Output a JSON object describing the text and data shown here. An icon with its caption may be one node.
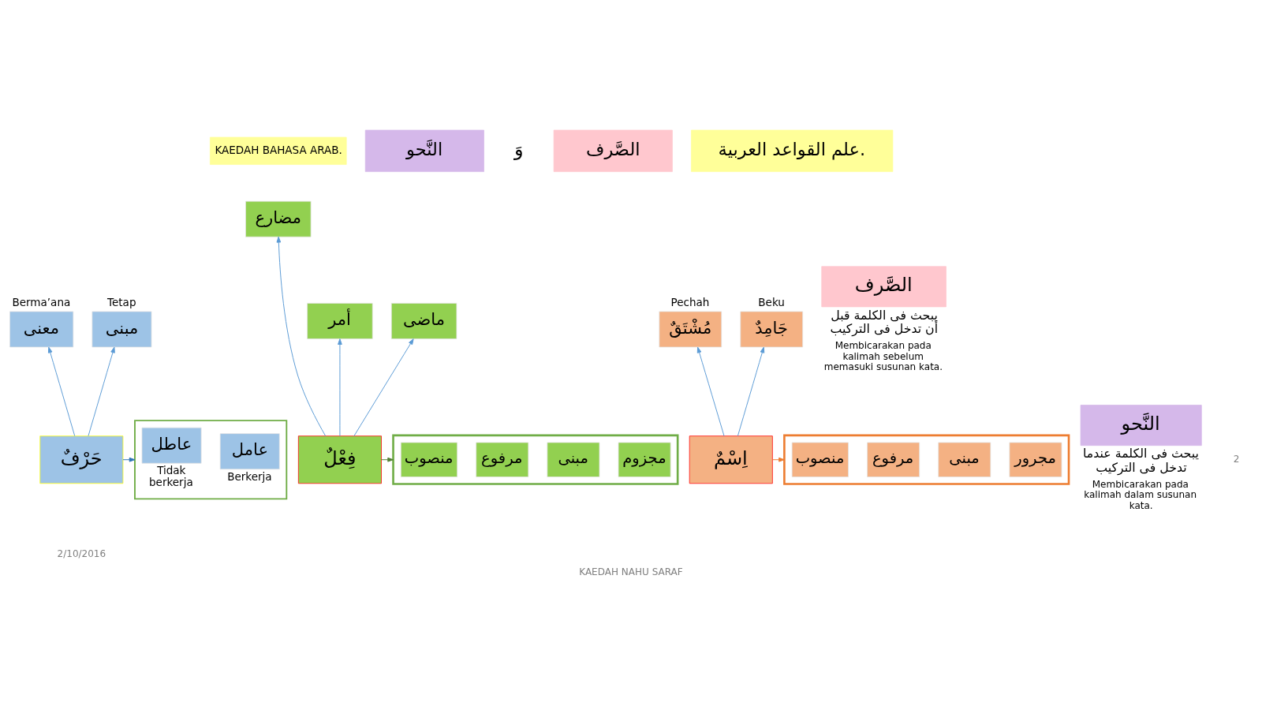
{
  "diagram": {
    "caption": "KAEDAH NAHU SARAF",
    "nodes": [
      {
        "text": [
          "KAEDAH BAHASA ARAB."
        ]
      },
      {
        "text": [
          "النَّحو"
        ]
      },
      {
        "text": [
          "الصَّرف"
        ]
      },
      {
        "text": [
          "علم القواعد العربية."
        ]
      },
      {
        "text": [
          "معنى"
        ],
        "beside": [
          "Berma’ana"
        ]
      },
      {
        "text": [
          "مبنى"
        ],
        "beside": [
          "Tetap"
        ]
      },
      {
        "text": [
          "حَرْفٌ"
        ]
      },
      {
        "text": [],
        "shape": "box"
      },
      {
        "text": [
          "عاطل"
        ],
        "in": 7,
        "beside": [
          "Tidak berkerja"
        ]
      },
      {
        "text": [
          "عامل"
        ],
        "in": 7,
        "beside": [
          "Berkerja"
        ]
      },
      {
        "text": [
          "مضارع"
        ]
      },
      {
        "text": [
          "أمر"
        ]
      },
      {
        "text": [
          "ماضى"
        ]
      },
      {
        "text": [
          "فِعْلٌ"
        ]
      },
      {
        "text": [],
        "shape": "box"
      },
      {
        "text": [
          "منصوب"
        ],
        "in": 14
      },
      {
        "text": [
          "مرفوع"
        ],
        "in": 14
      },
      {
        "text": [
          "مبنى"
        ],
        "in": 14
      },
      {
        "text": [
          "مجزوم"
        ],
        "in": 14
      },
      {
        "text": [
          "مُشْتَقٌ"
        ],
        "beside": [
          "Pechah"
        ]
      },
      {
        "text": [
          "جَامِدٌ"
        ],
        "beside": [
          "Beku"
        ]
      },
      {
        "text": [
          "اِسْمٌ"
        ]
      },
      {
        "text": [],
        "shape": "box"
      },
      {
        "text": [
          "منصوب"
        ],
        "in": 22
      },
      {
        "text": [
          "مرفوع"
        ],
        "in": 22
      },
      {
        "text": [
          "مبنى"
        ],
        "in": 22
      },
      {
        "text": [
          "مجرور"
        ],
        "in": 22
      },
      {
        "text": [
          "الصَّرف"
        ],
        "beside": [
          "يبحث فى الكلمة قبل أن تدخل فى التركيب",
          "Membicarakan pada kalimah sebelum memasuki susunan kata."
        ]
      },
      {
        "text": [
          "النَّحو"
        ],
        "beside": [
          "يبحث فى الكلمة عندما تدخل فى التركيب",
          "Membicarakan pada kalimah dalam susunan kata."
        ]
      }
    ],
    "edges": [
      {
        "from": 6,
        "to": 4,
        "arrow": "to"
      },
      {
        "from": 6,
        "to": 5,
        "arrow": "to"
      },
      {
        "from": 6,
        "to": 7,
        "arrow": "to",
        "color": "#2e75b6"
      },
      {
        "from": 13,
        "to": 11,
        "arrow": "to"
      },
      {
        "from": 13,
        "to": 10,
        "arrow": "to"
      },
      {
        "from": 13,
        "to": 12,
        "arrow": "to"
      },
      {
        "from": 13,
        "to": 14,
        "arrow": "to",
        "color": "#548235"
      },
      {
        "from": 21,
        "to": 19,
        "arrow": "to"
      },
      {
        "from": 21,
        "to": 20,
        "arrow": "to"
      },
      {
        "from": 21,
        "to": 22,
        "arrow": "to",
        "color": "#ed7d31"
      }
    ],
    "labels": [
      "وَ",
      "2/10/2016",
      "2"
    ]
  }
}
